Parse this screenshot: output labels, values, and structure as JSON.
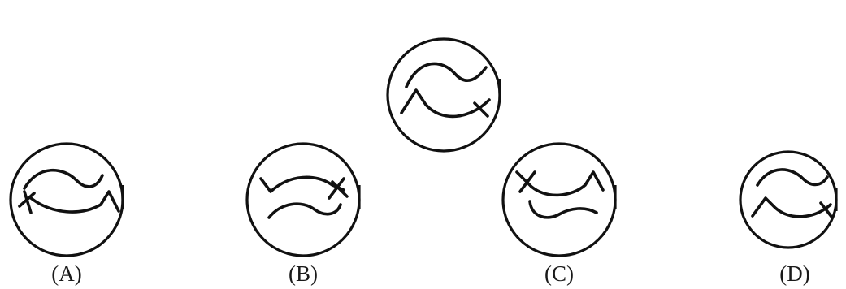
{
  "question_figure": {
    "name": "question-figure"
  },
  "options": [
    {
      "label": "(A)"
    },
    {
      "label": "(B)"
    },
    {
      "label": "(C)"
    },
    {
      "label": "(D)"
    }
  ]
}
